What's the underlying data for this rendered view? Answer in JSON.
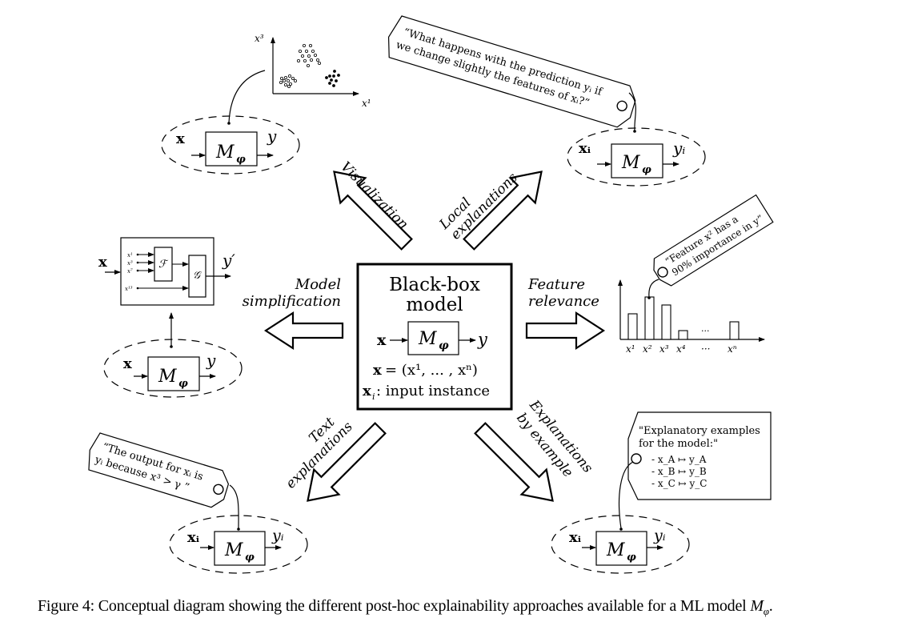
{
  "center": {
    "title_line1": "Black-box",
    "title_line2": "model",
    "input": "x",
    "model": "M",
    "model_sub": "φ",
    "output": "y",
    "def_lhs": "x",
    "def_rhs": "= (x¹, ... , xⁿ)",
    "instance_lhs": "x",
    "instance_sub": "i",
    "instance_rhs": ": input instance"
  },
  "approaches": {
    "visualization": {
      "label": "Visualization",
      "plot": {
        "x_axis": "x¹",
        "y_axis": "x³"
      },
      "model": {
        "input": "x",
        "output": "y",
        "label": "M",
        "sub": "φ"
      }
    },
    "local": {
      "label_line1": "Local",
      "label_line2": "explanations",
      "tag_line1": "“What happens with the prediction yᵢ if",
      "tag_line2": "we change slightly the features of xᵢ?”",
      "model": {
        "input": "xᵢ",
        "output": "yᵢ",
        "label": "M",
        "sub": "φ"
      }
    },
    "simplification": {
      "label_line1": "Model",
      "label_line2": "simplification",
      "surrogate": {
        "input": "x",
        "features": [
          "x¹",
          "x³",
          "x⁷",
          "x¹³"
        ],
        "block_f": "ℱ",
        "block_g": "𝒢",
        "output": "y′"
      },
      "model": {
        "input": "x",
        "output": "y",
        "label": "M",
        "sub": "φ"
      }
    },
    "relevance": {
      "label_line1": "Feature",
      "label_line2": "relevance",
      "tag_line1": "“Feature x² has a",
      "tag_line2": "90% importance in y”",
      "chart_labels": [
        "x¹",
        "x²",
        "x³",
        "x⁴",
        "···",
        "xⁿ"
      ],
      "ellipsis": "···"
    },
    "text": {
      "label_line1": "Text",
      "label_line2": "explanations",
      "tag_line1": "“The output for xᵢ is",
      "tag_line2": "yᵢ because x³ > γ ”",
      "model": {
        "input": "xᵢ",
        "output": "yᵢ",
        "label": "M",
        "sub": "φ"
      }
    },
    "example": {
      "label_line1": "Explanations",
      "label_line2": "by example",
      "tag_line1": "\"Explanatory examples",
      "tag_line2": "for the model:\"",
      "examples": [
        "- x_A ↦ y_A",
        "- x_B ↦ y_B",
        "- x_C ↦ y_C"
      ],
      "model": {
        "input": "xᵢ",
        "output": "yᵢ",
        "label": "M",
        "sub": "φ"
      }
    }
  },
  "caption": {
    "text": "Figure 4: Conceptual diagram showing the different post-hoc explainability approaches available for a ML model ",
    "math": "M",
    "math_sub": "φ",
    "end": "."
  }
}
